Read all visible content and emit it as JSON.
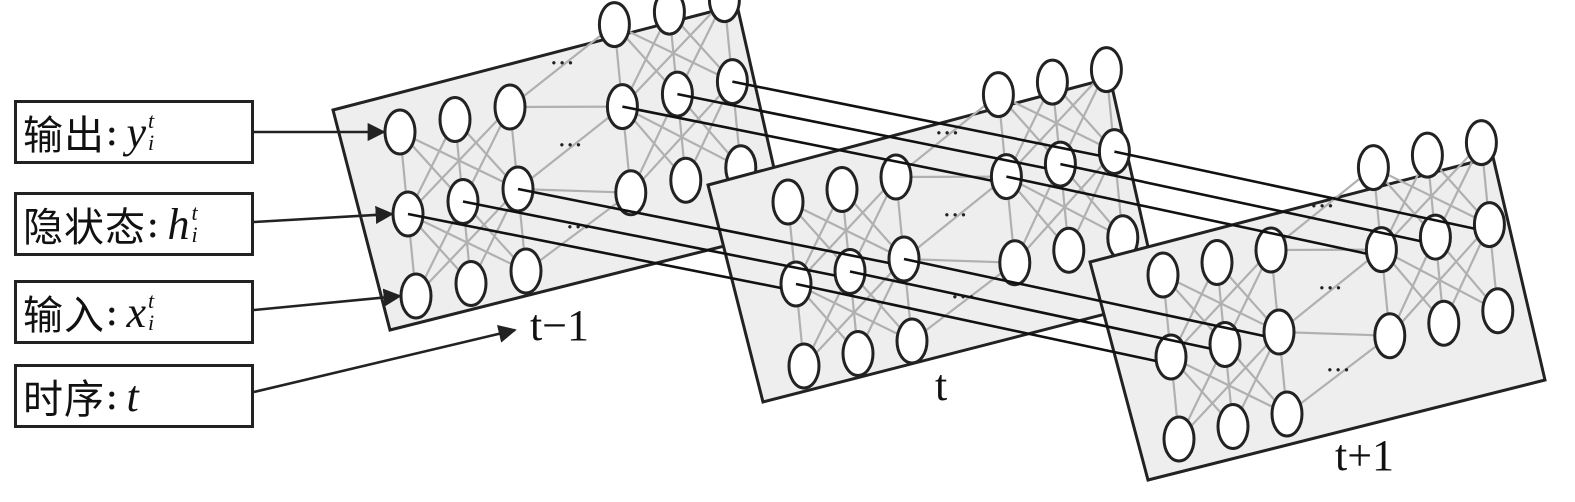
{
  "labels": {
    "output": {
      "zh": "输出",
      "sym": "y",
      "sup": "t",
      "sub": "i"
    },
    "hidden": {
      "zh": "隐状态",
      "sym": "h",
      "sup": "t",
      "sub": "i"
    },
    "input": {
      "zh": "输入",
      "sym": "x",
      "sup": "t",
      "sub": "i"
    },
    "time": {
      "zh": "时序",
      "sym": "t"
    }
  },
  "colon": ":",
  "time_steps": [
    "t−1",
    "t",
    "t+1"
  ],
  "ellipsis": "···",
  "colors": {
    "panel_fill": "#eeeeee",
    "edge": "#222222",
    "net_line": "#b0b0b0"
  }
}
